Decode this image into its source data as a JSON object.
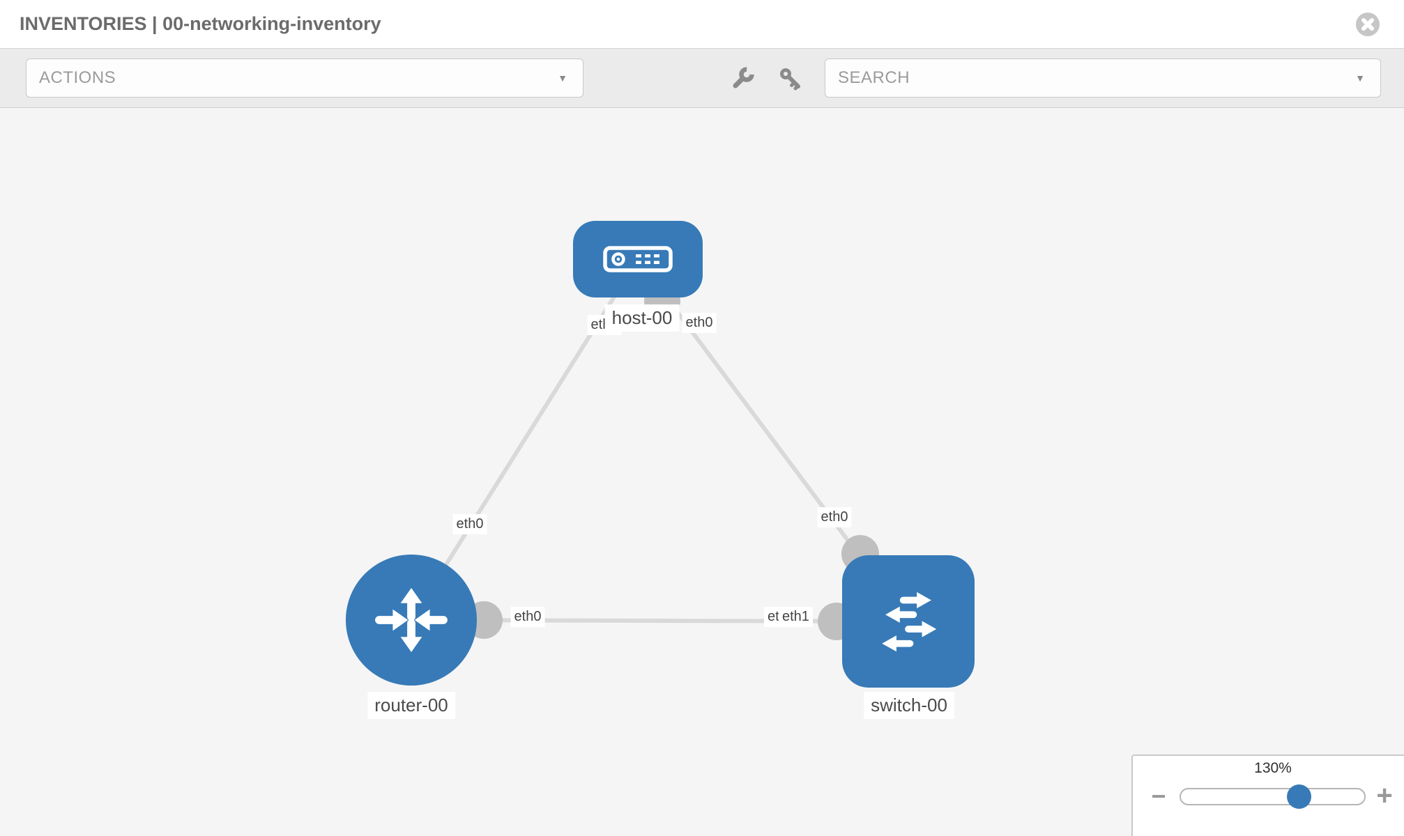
{
  "header": {
    "title": "INVENTORIES | 00-networking-inventory"
  },
  "toolbar": {
    "actions_label": "ACTIONS",
    "search_placeholder": "SEARCH"
  },
  "icons": {
    "caret_down": "▼",
    "minus": "−",
    "plus": "+"
  },
  "diagram": {
    "nodes": {
      "host": {
        "label": "host-00",
        "type": "host"
      },
      "router": {
        "label": "router-00",
        "type": "router"
      },
      "switch": {
        "label": "switch-00",
        "type": "switch"
      }
    },
    "interface_labels": {
      "host_left": "eth0",
      "host_right": "eth0",
      "router_host_link": "eth0",
      "switch_host_link": "eth0",
      "router_switch_link_router_end": "eth0",
      "router_switch_link_switch_end_back": "eth0",
      "router_switch_link_switch_end_front": "eth1"
    },
    "links": [
      {
        "from": "router-00",
        "to": "host-00"
      },
      {
        "from": "host-00",
        "to": "switch-00"
      },
      {
        "from": "router-00",
        "to": "switch-00"
      }
    ]
  },
  "zoom_control": {
    "level": "130%"
  },
  "colors": {
    "node_blue": "#377ab7",
    "link_gray": "#d9d9d9",
    "port_gray": "#bfbfbf",
    "toolbar_bg": "#ebebeb",
    "canvas_bg": "#f5f5f5",
    "title_gray": "#6b6b6b"
  }
}
